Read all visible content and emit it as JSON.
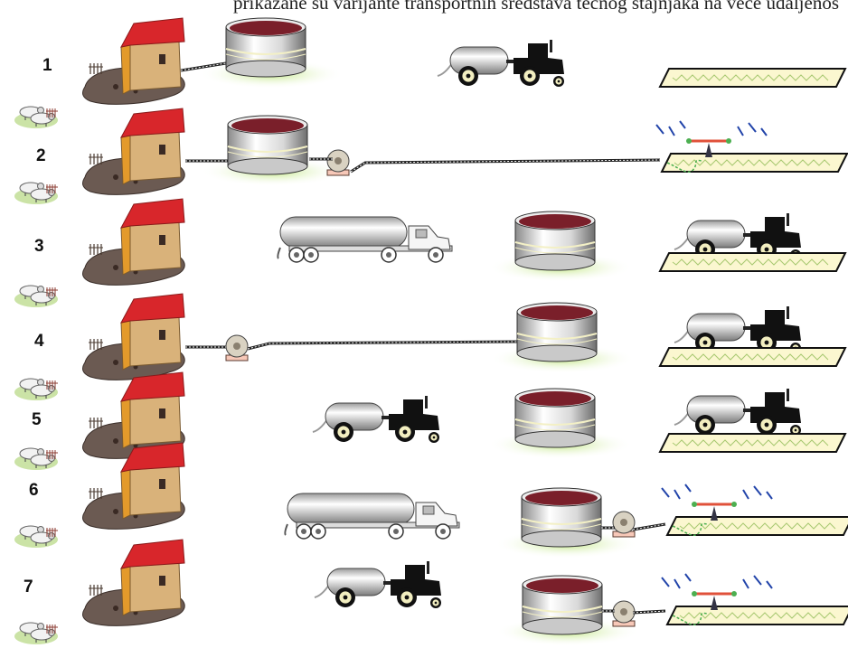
{
  "caption": "prikazane su varijante transportnih sredstava tečnog stajnjaka na veće udaljenos",
  "rows": [
    {
      "number": "1",
      "chain": [
        "farm",
        "tank",
        "tractor-tanker",
        "field"
      ]
    },
    {
      "number": "2",
      "chain": [
        "farm",
        "tank",
        "pump",
        "pipeline",
        "sprinkler-field"
      ]
    },
    {
      "number": "3",
      "chain": [
        "farm",
        "truck-tanker",
        "tank",
        "tractor-field"
      ]
    },
    {
      "number": "4",
      "chain": [
        "farm",
        "pump",
        "pipeline",
        "tank",
        "tractor-field"
      ]
    },
    {
      "number": "5",
      "chain": [
        "farm",
        "tractor-tanker",
        "tank",
        "tractor-field"
      ]
    },
    {
      "number": "6",
      "chain": [
        "farm",
        "truck-tanker",
        "tank",
        "pump",
        "sprinkler-field"
      ]
    },
    {
      "number": "7",
      "chain": [
        "farm",
        "tractor-tanker",
        "tank",
        "pump",
        "sprinkler-field"
      ]
    }
  ],
  "colors": {
    "roof": "#d8262b",
    "wall": "#d9b27a",
    "ground": "#6b5a52",
    "manure": "#7a1f2a",
    "grass": "#9ed65a",
    "field": "#fbf7d0",
    "tractor": "#111111"
  }
}
